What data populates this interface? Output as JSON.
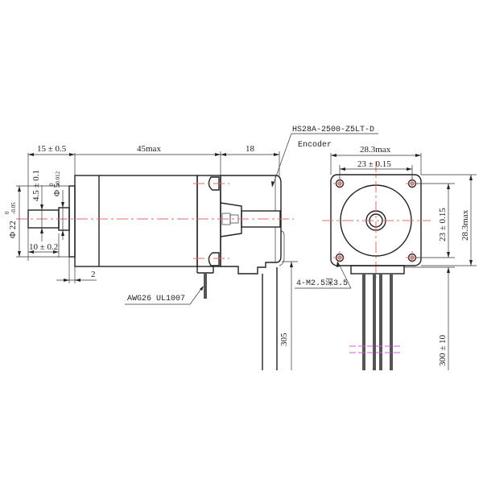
{
  "drawing": {
    "title": "Stepper motor with encoder — dimension drawing",
    "part_number": "HS28A-2500-Z5LT-D",
    "encoder_label": "Encoder",
    "wire_spec": "AWG26 UL1007",
    "mount_holes": "4-M2.5深3.5",
    "colors": {
      "outline": "#222222",
      "centerline": "#e46a6a",
      "break_line": "#d85be0"
    }
  },
  "side_view": {
    "dims": {
      "shaft_length": "15 ± 0.5",
      "body_length": "45max",
      "encoder_length": "18",
      "flat_depth": "4.5 ± 0.1",
      "shaft_dia_main": "Φ 5",
      "shaft_dia_tol_upper": "0",
      "shaft_dia_tol_lower": "-0.012",
      "pilot_dia_main": "Φ 22",
      "pilot_dia_tol_upper": "0",
      "pilot_dia_tol_lower": "-0.05",
      "flat_length": "10 ± 0.2",
      "pilot_height": "2",
      "encoder_lead_length": "305"
    }
  },
  "end_view": {
    "dims": {
      "overall_width": "28.3max",
      "hole_spacing_h": "23 ± 0.15",
      "hole_spacing_v": "23 ± 0.15",
      "overall_height": "28.3max",
      "lead_length": "300 ± 10"
    }
  }
}
